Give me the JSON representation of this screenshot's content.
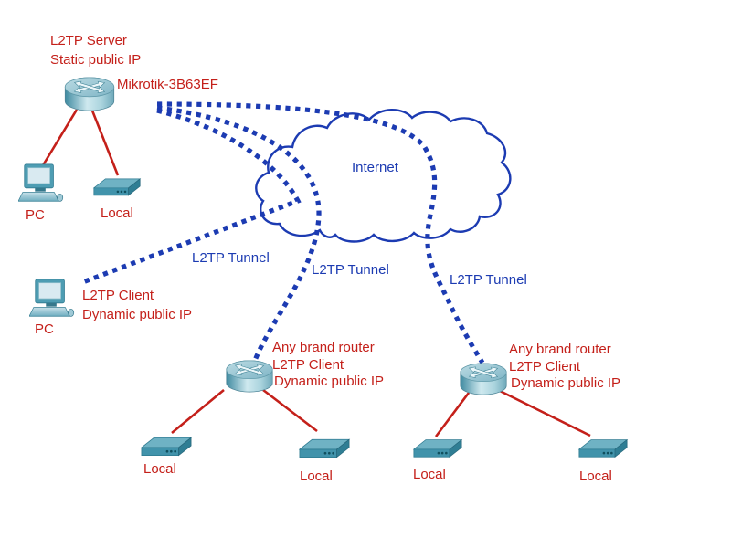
{
  "colors": {
    "red": "#C4201A",
    "blue": "#1C3BB2"
  },
  "server_site": {
    "caption_line1": "L2TP Server",
    "caption_line2": "Static public IP",
    "router_name": "Mikrotik-3B63EF",
    "pc_label": "PC",
    "switch_label": "Local"
  },
  "internet": {
    "label": "Internet"
  },
  "tunnel_labels": [
    "L2TP Tunnel",
    "L2TP Tunnel",
    "L2TP Tunnel"
  ],
  "pc_client_site": {
    "pc_label": "PC",
    "caption_line1": "L2TP Client",
    "caption_line2": "Dynamic public IP"
  },
  "router_client_sites": [
    {
      "caption_line1": "Any brand router",
      "caption_line2": "L2TP Client",
      "caption_line3": "Dynamic public IP",
      "switch_labels": [
        "Local",
        "Local"
      ]
    },
    {
      "caption_line1": "Any brand router",
      "caption_line2": "L2TP Client",
      "caption_line3": "Dynamic public IP",
      "switch_labels": [
        "Local",
        "Local"
      ]
    }
  ]
}
